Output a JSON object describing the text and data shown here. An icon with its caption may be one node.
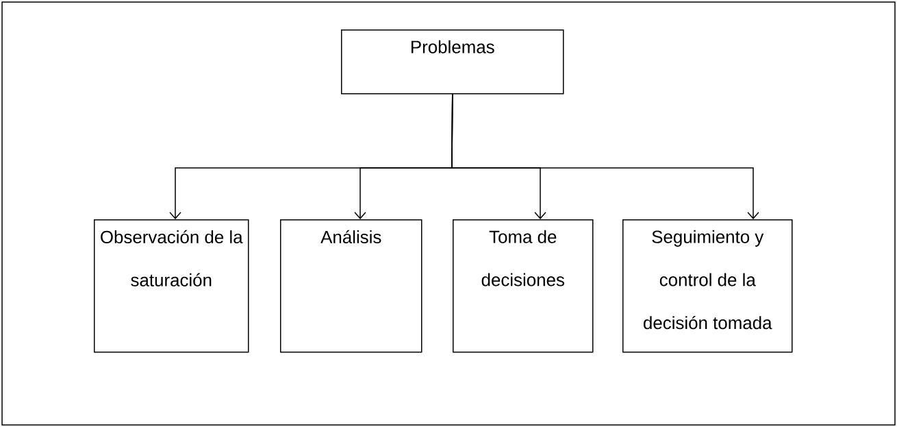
{
  "diagram": {
    "nodes": [
      {
        "text": [
          "Problemas"
        ]
      },
      {
        "text": [
          "Observación de la saturación"
        ]
      },
      {
        "text": [
          "Análisis"
        ]
      },
      {
        "text": [
          "Toma de decisiones"
        ]
      },
      {
        "text": [
          "Seguimiento y control de la decisión tomada"
        ]
      }
    ],
    "edges": [
      {
        "from": 0,
        "to": 1,
        "arrow": "to"
      },
      {
        "from": 0,
        "to": 2,
        "arrow": "to"
      },
      {
        "from": 0,
        "to": 3,
        "arrow": "to"
      },
      {
        "from": 0,
        "to": 4,
        "arrow": "to"
      }
    ]
  }
}
